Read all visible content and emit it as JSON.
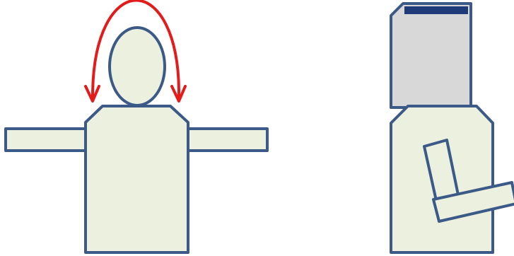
{
  "colors": {
    "background": "#ffffff",
    "body_fill": "#ebf0df",
    "outline": "#3c5a87",
    "head_box_fill": "#d8d8d8",
    "head_box_band": "#1e3a78",
    "arrow": "#e31b1b"
  },
  "figures": [
    {
      "name": "front-figure",
      "parts": [
        "head",
        "torso",
        "left-arm",
        "right-arm",
        "overhead-arrow"
      ],
      "icons": [
        "arrowhead-left-icon",
        "arrowhead-right-icon"
      ]
    },
    {
      "name": "side-figure",
      "parts": [
        "box-head",
        "torso",
        "bent-arm"
      ],
      "icons": []
    }
  ]
}
